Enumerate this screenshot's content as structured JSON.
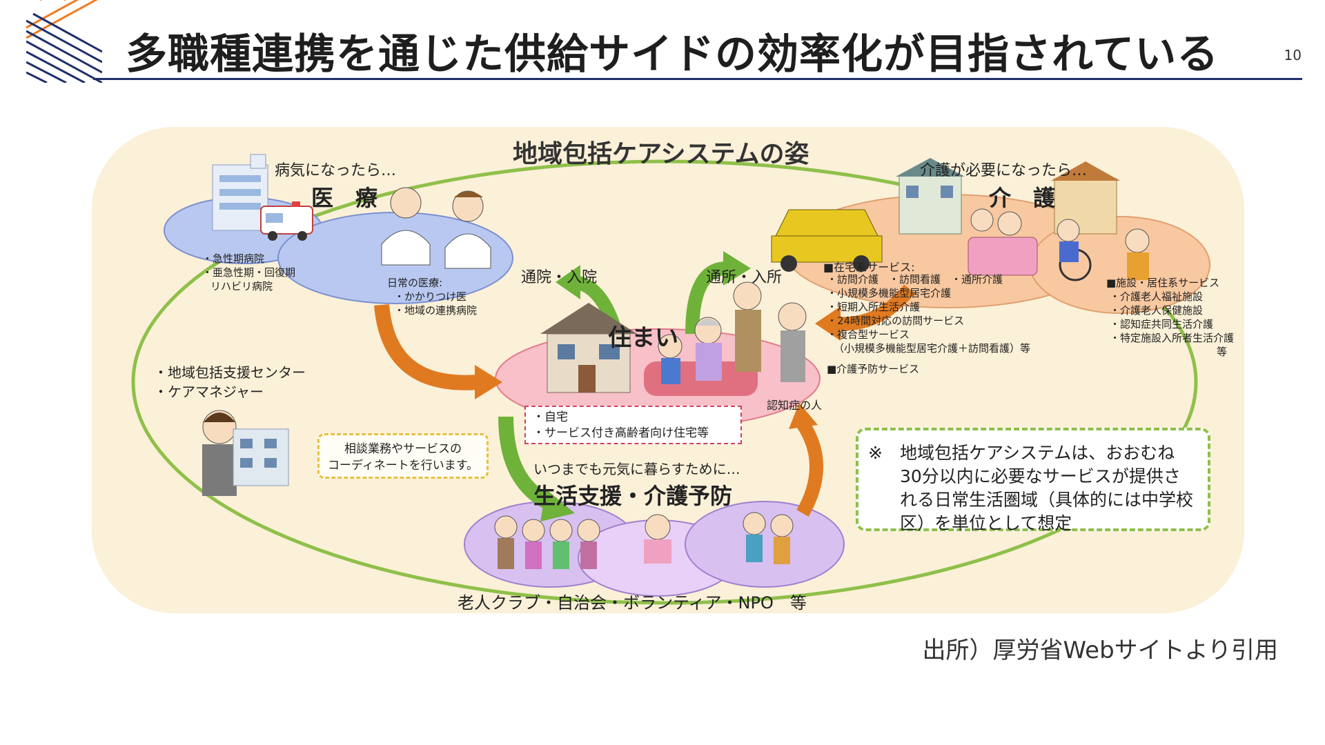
{
  "slide": {
    "title": "多職種連携を通じた供給サイドの効率化が目指されている",
    "page_number": "10",
    "source": "出所）厚労省Webサイトより引用"
  },
  "diagram": {
    "heading": "地域包括ケアシステムの姿",
    "medical": {
      "intro": "病気になったら…",
      "title": "医　療",
      "hospital_items": [
        "・急性期病院",
        "・亜急性期・回復期",
        "リハビリ病院"
      ],
      "daily_title": "日常の医療:",
      "daily_items": [
        "・かかりつけ医",
        "・地域の連携病院"
      ]
    },
    "care": {
      "intro": "介護が必要になったら…",
      "title": "介　護",
      "home_service_title": "■在宅系サービス:",
      "home_service_items": [
        "・訪問介護　・訪問看護　・通所介護",
        "・小規模多機能型居宅介護",
        "・短期入所生活介護",
        "・24時間対応の訪問サービス",
        "・複合型サービス",
        "（小規模多機能型居宅介護＋訪問看護）等"
      ],
      "prevention": "■介護予防サービス",
      "facility_title": "■施設・居住系サービス",
      "facility_items": [
        "・介護老人福祉施設",
        "・介護老人保健施設",
        "・認知症共同生活介護",
        "・特定施設入所者生活介護",
        "等"
      ]
    },
    "flows": {
      "hospital": "通院・入院",
      "daycare": "通所・入所"
    },
    "home": {
      "title": "住まい",
      "items": [
        "・自宅",
        "・サービス付き高齢者向け住宅等"
      ],
      "dementia_label": "認知症の人"
    },
    "support_center": {
      "items": [
        "・地域包括支援センター",
        "・ケアマネジャー"
      ],
      "consult": [
        "相談業務やサービスの",
        "コーディネートを行います。"
      ]
    },
    "life_support": {
      "intro": "いつまでも元気に暮らすために…",
      "title": "生活支援・介護予防",
      "groups": "老人クラブ・自治会・ボランティア・NPO　等"
    },
    "note": {
      "mark": "※",
      "text": "地域包括ケアシステムは、おおむね30分以内に必要なサービスが提供される日常生活圏域（具体的には中学校区）を単位として想定"
    }
  },
  "colors": {
    "title_rule": "#1f2f6b",
    "panel_bg": "#fbf0d8",
    "ring": "#8fc04a",
    "medical_ellipse": "#b8c8f0",
    "care_ellipse": "#f8c8a0",
    "home_ellipse": "#f8c0c8",
    "life_ellipse": "#d8c0f0",
    "arrow_orange": "#e07a20",
    "arrow_green": "#6fb23a"
  }
}
